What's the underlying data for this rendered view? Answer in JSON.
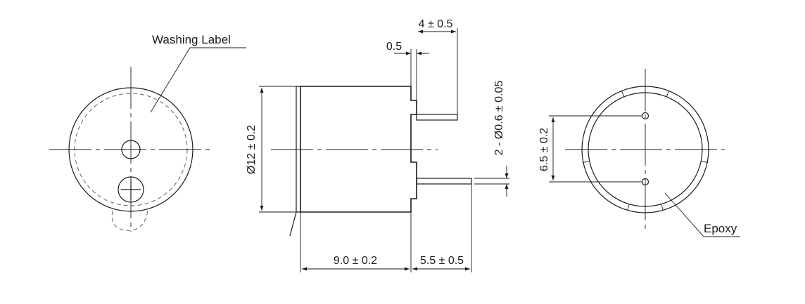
{
  "labels": {
    "washing_label": "Washing Label",
    "epoxy": "Epoxy"
  },
  "dimensions": {
    "pin_length": "4 ± 0.5",
    "shoulder": "0.5",
    "pin_diameter": "2 - Ø0.6 ± 0.05",
    "body_diameter": "Ø12 ± 0.2",
    "pin_pitch": "6.5 ± 0.2",
    "body_height": "9.0 ± 0.2",
    "pin_extension": "5.5 ± 0.5"
  }
}
